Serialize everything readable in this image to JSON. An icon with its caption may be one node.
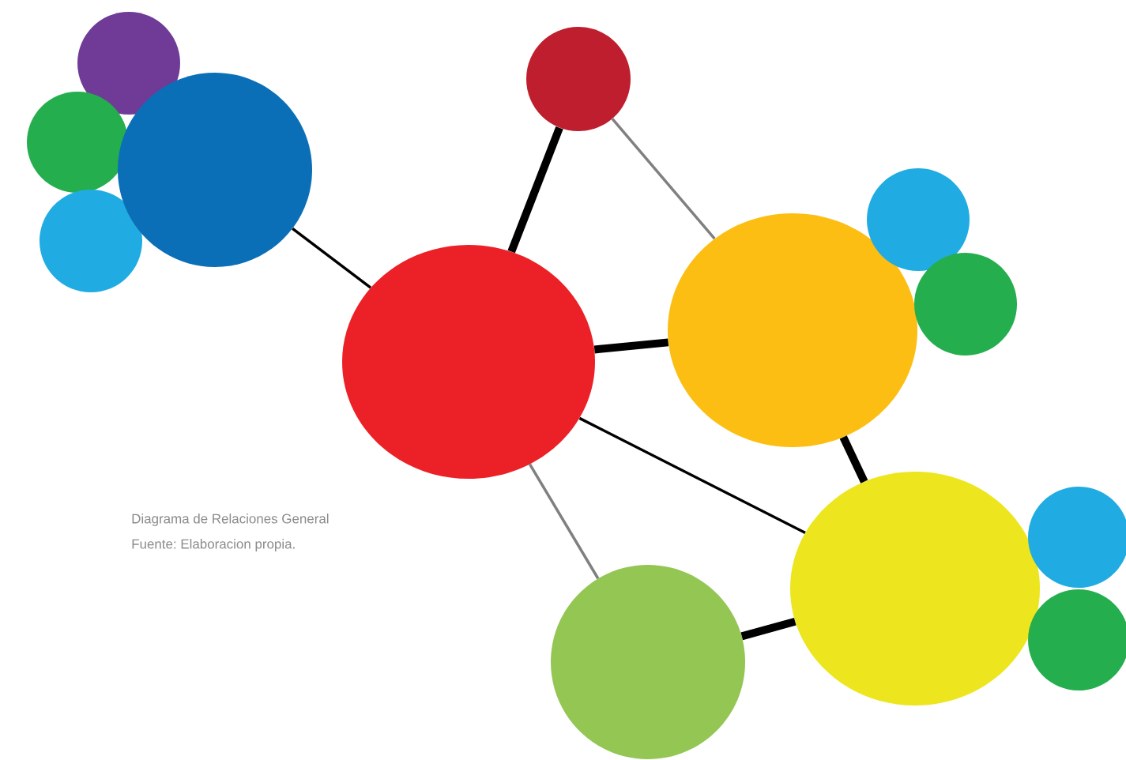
{
  "diagram": {
    "title": "Diagrama de Relaciones General",
    "caption": "Fuente: Elaboracion propia.",
    "nodes": [
      {
        "text": [],
        "shape": "circle"
      },
      {
        "text": [],
        "shape": "circle"
      },
      {
        "text": [],
        "shape": "circle"
      },
      {
        "text": [],
        "shape": "circle"
      },
      {
        "text": [],
        "shape": "circle"
      },
      {
        "text": [],
        "shape": "circle"
      },
      {
        "text": [],
        "shape": "circle"
      },
      {
        "text": [],
        "shape": "circle"
      },
      {
        "text": [],
        "shape": "circle"
      },
      {
        "text": [],
        "shape": "circle"
      },
      {
        "text": [],
        "shape": "circle"
      },
      {
        "text": [],
        "shape": "circle"
      },
      {
        "text": [],
        "shape": "circle"
      }
    ],
    "edges": [
      {
        "from": 2,
        "to": 5,
        "arrow": "none"
      },
      {
        "from": 5,
        "to": 4,
        "arrow": "none",
        "style": "thick"
      },
      {
        "from": 4,
        "to": 6,
        "arrow": "none",
        "color": "#808080"
      },
      {
        "from": 5,
        "to": 6,
        "arrow": "none",
        "style": "thick"
      },
      {
        "from": 5,
        "to": 9,
        "arrow": "none"
      },
      {
        "from": 6,
        "to": 9,
        "arrow": "none",
        "style": "thick"
      },
      {
        "from": 5,
        "to": 12,
        "arrow": "none",
        "color": "#808080"
      },
      {
        "from": 12,
        "to": 9,
        "arrow": "none",
        "style": "thick"
      }
    ]
  }
}
